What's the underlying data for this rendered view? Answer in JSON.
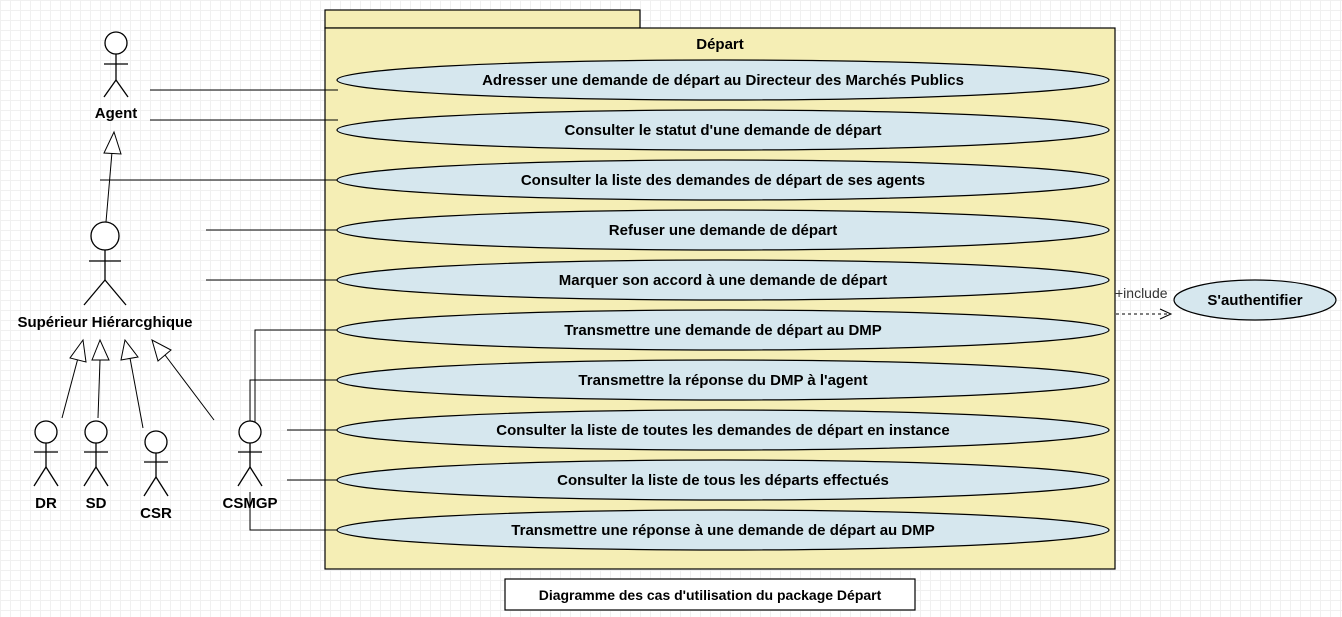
{
  "package": {
    "name": "Départ",
    "fill_color": "#f5eeb5"
  },
  "use_cases": [
    "Adresser une demande de départ au Directeur des Marchés Publics",
    "Consulter le statut d'une demande de départ",
    "Consulter la liste des demandes de départ de ses agents",
    "Refuser une demande de départ",
    "Marquer son accord à une demande de départ",
    "Transmettre une demande de départ au DMP",
    "Transmettre la réponse du DMP à l'agent",
    "Consulter la liste de toutes les demandes de départ en instance",
    "Consulter la liste de tous les départs effectués",
    "Transmettre une réponse à une demande de départ au DMP"
  ],
  "use_case_color": "#d6e7ee",
  "actors": {
    "agent": "Agent",
    "superieur": "Supérieur Hiérarcghique",
    "dr": "DR",
    "sd": "SD",
    "csr": "CSR",
    "csmgp": "CSMGP"
  },
  "external_use_case": "S'authentifier",
  "include_label": "+include",
  "caption": "Diagramme des cas d'utilisation du package Départ"
}
